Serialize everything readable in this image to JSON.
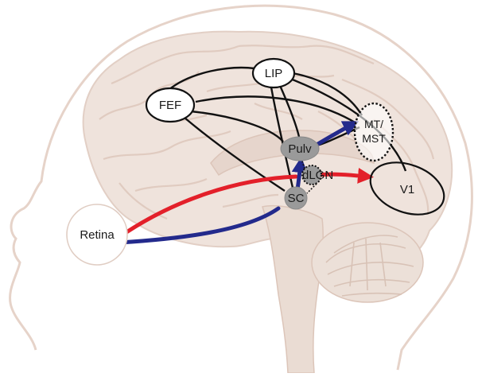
{
  "diagram": {
    "nodes": {
      "retina": "Retina",
      "fef": "FEF",
      "lip": "LIP",
      "mt_mst_line1": "MT/",
      "mt_mst_line2": "MST",
      "pulv": "Pulv",
      "dlgn": "dLGN",
      "sc": "SC",
      "v1": "V1"
    },
    "colors": {
      "red_pathway": "#e3202a",
      "blue_pathway": "#232a8c",
      "black_connection": "#111111",
      "gray_nucleus": "#9a9a9a",
      "brain_fill": "#efe3dc",
      "brain_outline": "#e2cfc5",
      "head_outline": "#e6d3c9"
    }
  }
}
